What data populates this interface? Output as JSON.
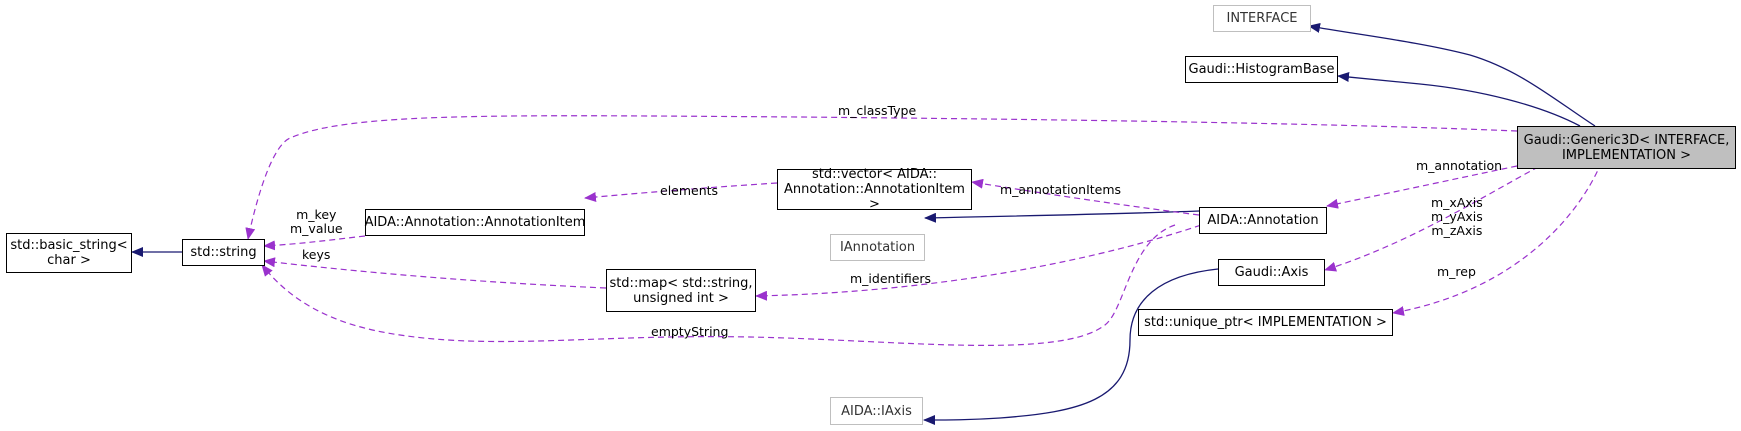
{
  "nodes": {
    "interface": "INTERFACE",
    "histogram_base": "Gaudi::HistogramBase",
    "generic3d": "Gaudi::Generic3D< INTERFACE,\nIMPLEMENTATION >",
    "basic_string": "std::basic_string<\nchar >",
    "std_string": "std::string",
    "annotation_item": "AIDA::Annotation::AnnotationItem",
    "vector": "std::vector< AIDA::\nAnnotation::AnnotationItem >",
    "iannotation": "IAnnotation",
    "aida_annotation": "AIDA::Annotation",
    "map": "std::map< std::string,\nunsigned int >",
    "gaudi_axis": "Gaudi::Axis",
    "unique_ptr": "std::unique_ptr< IMPLEMENTATION >",
    "iaxis": "AIDA::IAxis"
  },
  "edge_labels": {
    "m_classType": "m_classType",
    "m_annotation": "m_annotation",
    "elements": "elements",
    "m_annotationItems": "m_annotationItems",
    "m_key_value": "m_key\nm_value",
    "keys": "keys",
    "m_identifiers": "m_identifiers",
    "emptyString": "emptyString",
    "axes": "m_xAxis\nm_yAxis\nm_zAxis",
    "m_rep": "m_rep"
  },
  "colors": {
    "inheritance": "#191970",
    "usage": "#9a32cd",
    "focus_fill": "#bfbfbf",
    "external_border": "#bfbfbf"
  }
}
